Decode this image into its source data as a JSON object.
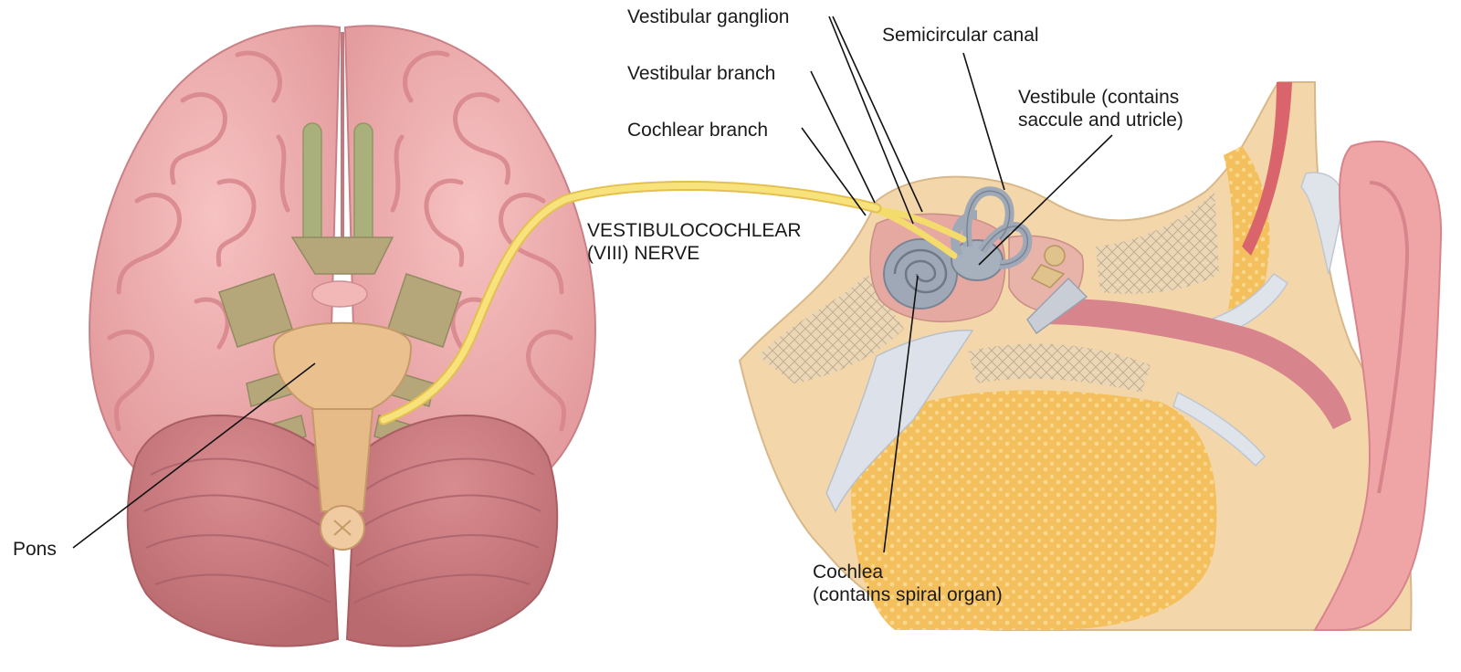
{
  "labels": {
    "vestibular_ganglion": "Vestibular ganglion",
    "semicircular_canal": "Semicircular canal",
    "vestibular_branch": "Vestibular branch",
    "vestibule_line1": "Vestibule (contains",
    "vestibule_line2": "saccule and utricle)",
    "cochlear_branch": "Cochlear branch",
    "nerve_line1": "VESTIBULOCOCHLEAR",
    "nerve_line2": "(VIII) NERVE",
    "pons": "Pons",
    "cochlea_line1": "Cochlea",
    "cochlea_line2": "(contains spiral organ)"
  },
  "colors": {
    "brain": "#efaaaa",
    "brain_gyri": "#d88a8e",
    "cerebellum": "#c8787c",
    "brainstem": "#e9c08e",
    "cranial_nerves": "#b5a77a",
    "olfactory_tract": "#a9b07c",
    "nerve": "#f4dc6c",
    "bone": "#f3d6a9",
    "spongy_bone": "#ddc8a8",
    "marrow": "#f4bf5d",
    "inner_ear": "#9ea8b6",
    "auricle": "#efa5a5",
    "ear_canal_lining": "#d7848c",
    "leader_line": "#111111"
  }
}
